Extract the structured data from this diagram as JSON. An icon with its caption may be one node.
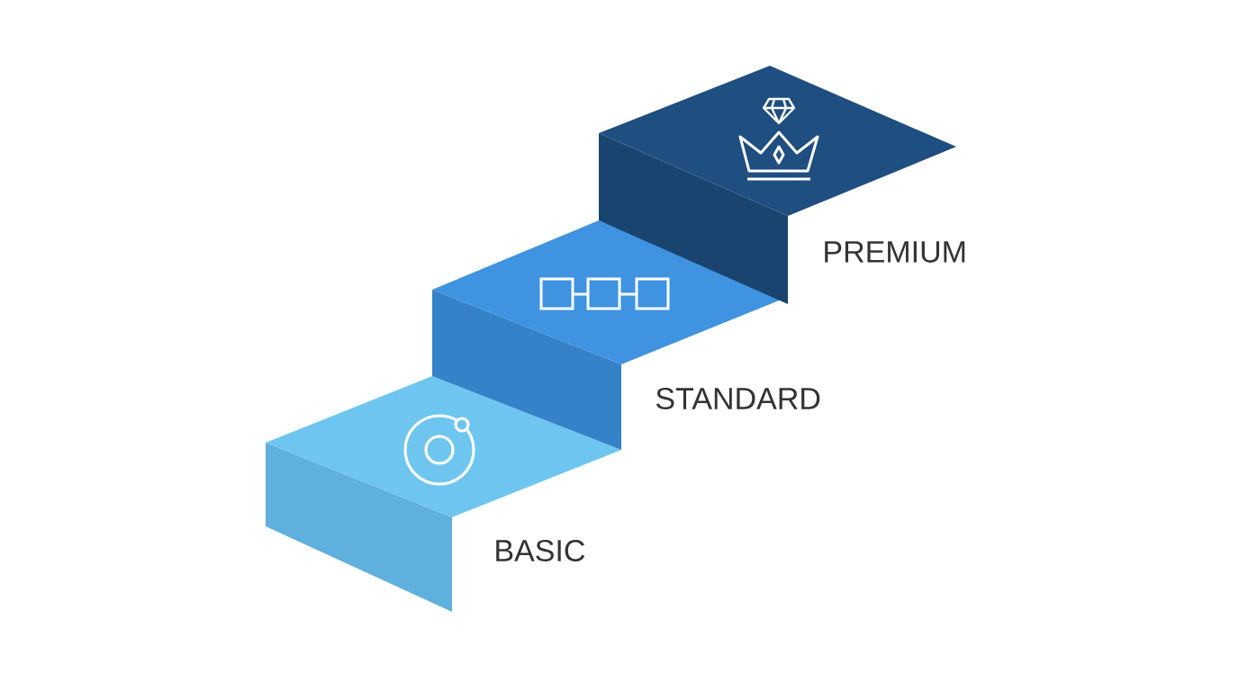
{
  "diagram": {
    "nodes": [
      {
        "text": [
          "BASIC"
        ]
      },
      {
        "text": [
          "STANDARD"
        ]
      },
      {
        "text": [
          "PREMIUM"
        ]
      }
    ]
  }
}
